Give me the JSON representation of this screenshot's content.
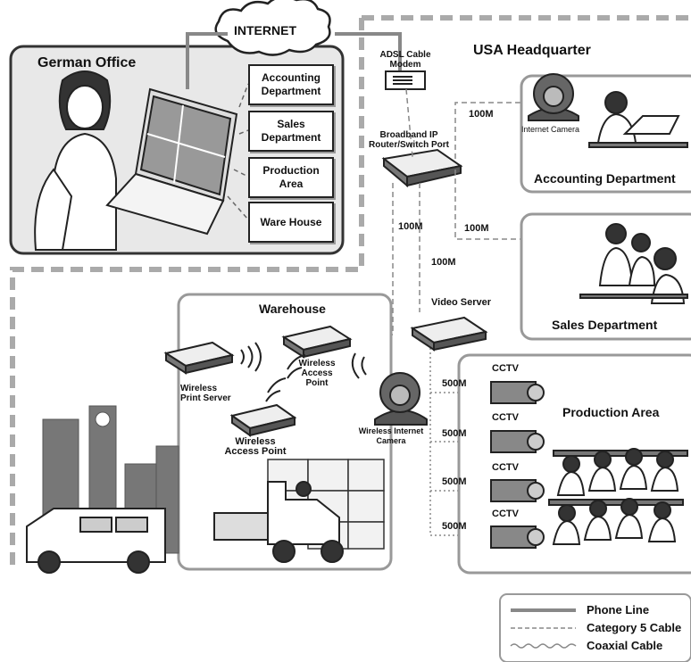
{
  "internet": "INTERNET",
  "german_office": {
    "title": "German Office",
    "departments": [
      "Accounting Department",
      "Sales Department",
      "Production Area",
      "Ware House"
    ]
  },
  "usa": {
    "title": "USA Headquarter",
    "adsl": "ADSL Cable Modem",
    "router": "Broadband IP Router/Switch Port",
    "internet_camera": "Internet Camera",
    "accounting": "Accounting Department",
    "sales": "Sales Department",
    "video_server": "Video Server",
    "production": "Production Area",
    "cctv": "CCTV",
    "speeds": {
      "s100_a": "100M",
      "s100_b": "100M",
      "s100_c": "100M",
      "s100_d": "100M",
      "s500": "500M"
    }
  },
  "warehouse": {
    "title": "Warehouse",
    "wireless_print_server": "Wireless Print Server",
    "wireless_ap_1": "Wireless Access Point",
    "wireless_ap_2": "Wireless Access Point",
    "wireless_camera": "Wireless Internet Camera"
  },
  "legend": {
    "phone": "Phone Line",
    "cat5": "Category 5 Cable",
    "coax": "Coaxial Cable"
  }
}
